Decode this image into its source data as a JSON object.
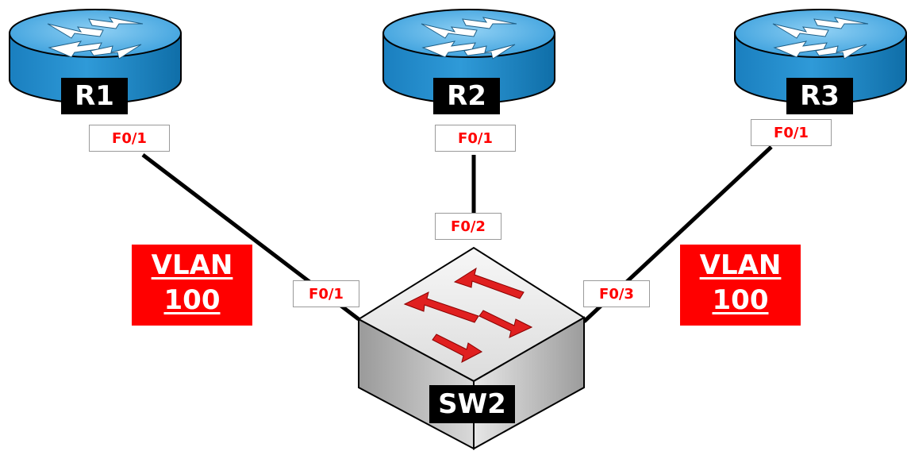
{
  "diagram": {
    "nodes": {
      "r1": {
        "label": "R1",
        "type": "router-icon"
      },
      "r2": {
        "label": "R2",
        "type": "router-icon"
      },
      "r3": {
        "label": "R3",
        "type": "router-icon"
      },
      "sw2": {
        "label": "SW2",
        "type": "switch-icon"
      }
    },
    "ports": {
      "r1": "F0/1",
      "r2": "F0/1",
      "r3": "F0/1",
      "sw_r1": "F0/1",
      "sw_r2": "F0/2",
      "sw_r3": "F0/3"
    },
    "vlans": {
      "left": {
        "line1": "VLAN",
        "line2": "100"
      },
      "right": {
        "line1": "VLAN",
        "line2": "100"
      }
    },
    "colors": {
      "router_top": "#4aa6dd",
      "router_side": "#1b85c4",
      "accent_red": "#ff0000",
      "switch_gray": "#d8d8d8"
    }
  }
}
